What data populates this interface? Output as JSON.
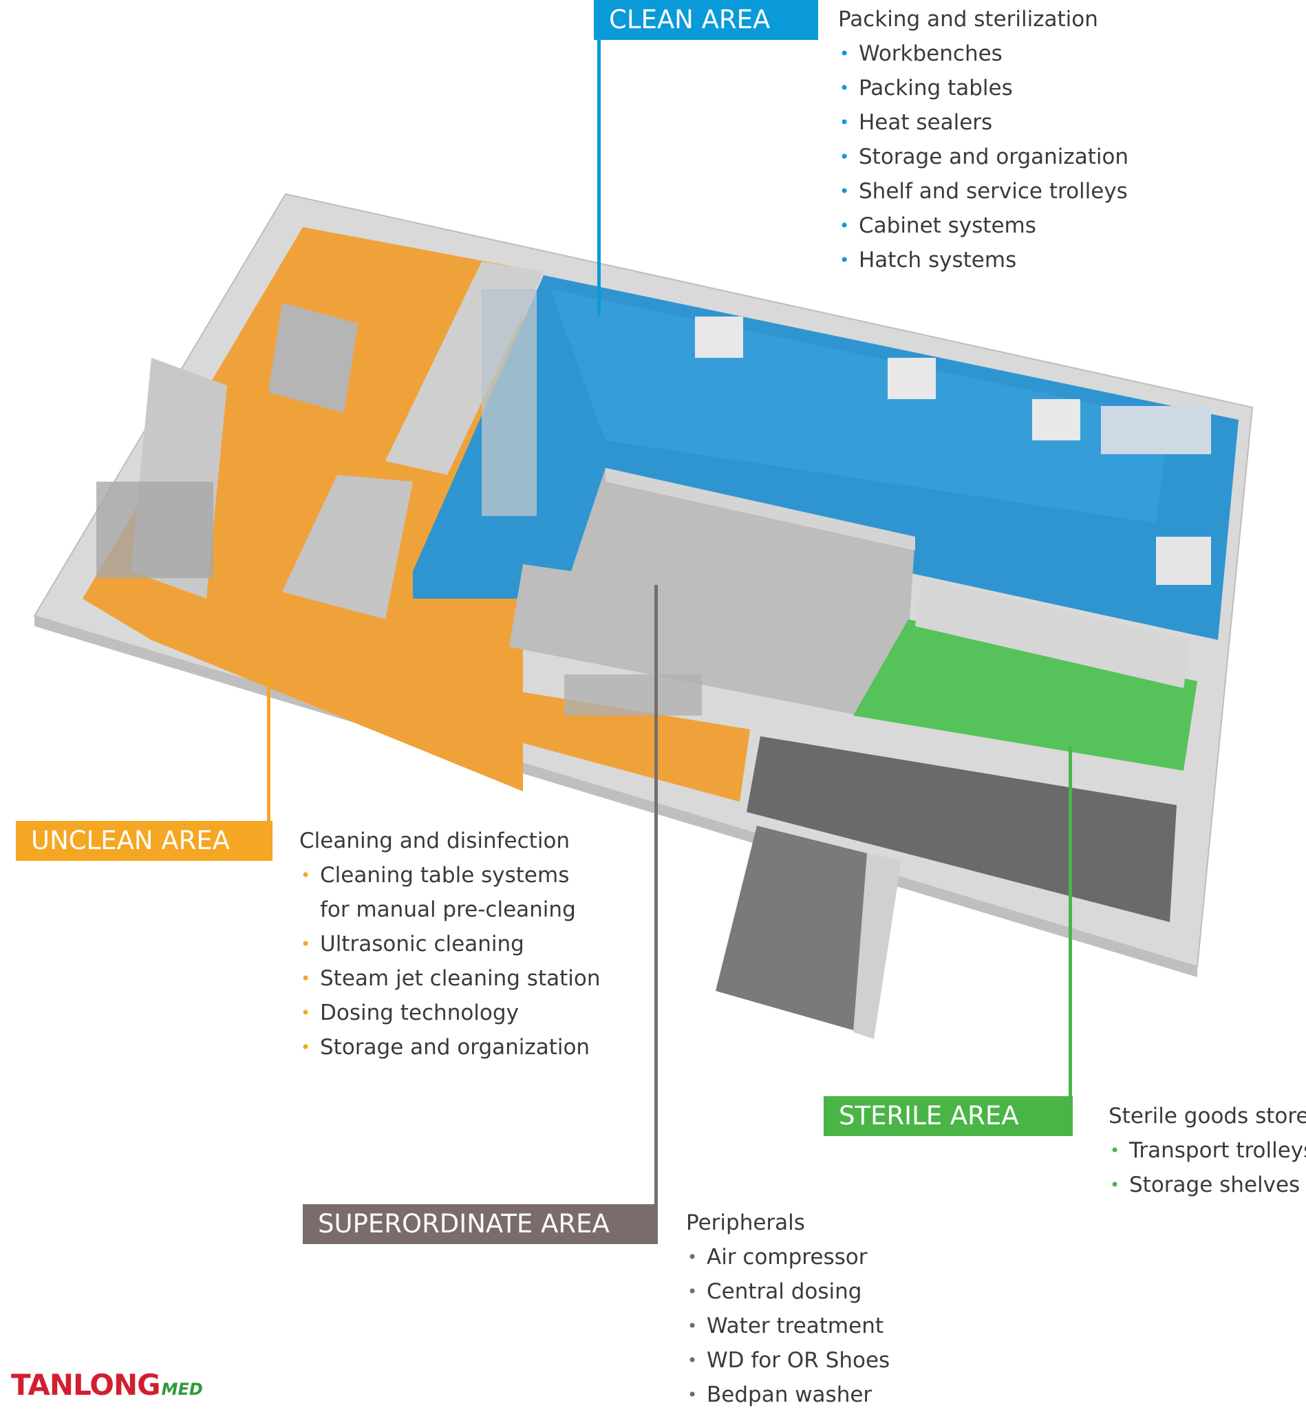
{
  "clean": {
    "tag": "CLEAN AREA",
    "color": "#0b9ad8",
    "heading": "Packing and sterilization",
    "items": [
      "Workbenches",
      "Packing tables",
      "Heat sealers",
      "Storage and organization",
      "Shelf and service trolleys",
      "Cabinet systems",
      "Hatch systems"
    ]
  },
  "unclean": {
    "tag": "UNCLEAN AREA",
    "color": "#f5a623",
    "heading": "Cleaning and disinfection",
    "items": [
      "Cleaning table systems",
      "for manual pre-cleaning",
      "Ultrasonic cleaning",
      "Steam jet cleaning station",
      "Dosing technology",
      "Storage and organization"
    ]
  },
  "sterile": {
    "tag": "STERILE AREA",
    "color": "#4ab546",
    "heading": "Sterile goods store",
    "items": [
      "Transport trolleys",
      "Storage shelves"
    ]
  },
  "superordinate": {
    "tag": "SUPERORDINATE AREA",
    "color": "#7a6c6b",
    "heading": "Peripherals",
    "items": [
      "Air compressor",
      "Central dosing",
      "Water treatment",
      "WD for OR Shoes",
      "Bedpan washer"
    ]
  },
  "logo": {
    "main": "TANLONG",
    "sub": "MED"
  }
}
